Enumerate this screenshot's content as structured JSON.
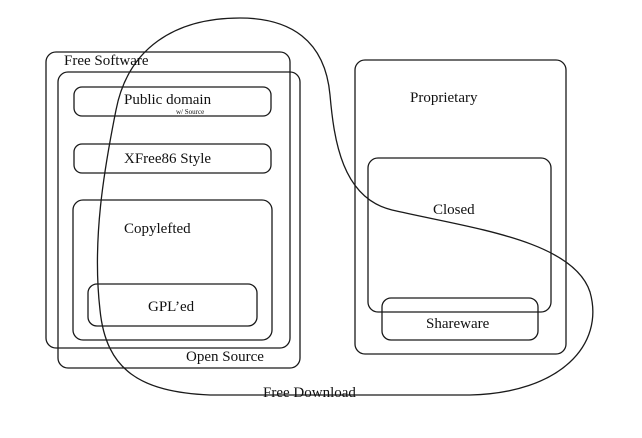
{
  "diagram": {
    "free_software": "Free Software",
    "open_source": "Open Source",
    "public_domain": "Public domain",
    "public_domain_note": "w/ Source",
    "xfree86_style": "XFree86 Style",
    "copylefted": "Copylefted",
    "gpled": "GPL’ed",
    "proprietary": "Proprietary",
    "closed": "Closed",
    "shareware": "Shareware",
    "free_download": "Free Download"
  }
}
